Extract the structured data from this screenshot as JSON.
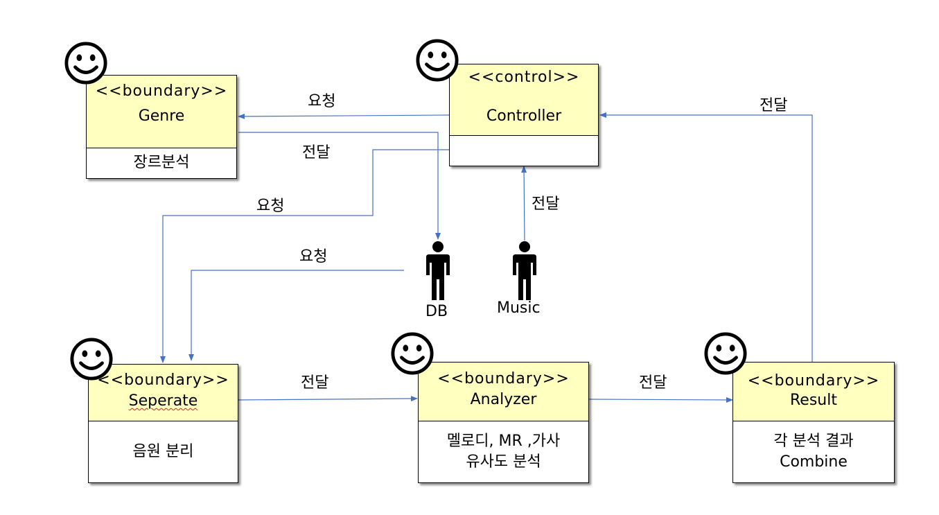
{
  "colors": {
    "header": "#ffffc0",
    "arrow": "#4472c4",
    "border": "#000000"
  },
  "genre": {
    "stereotype": "<<boundary>>",
    "name": "Genre",
    "body": "장르분석"
  },
  "controller": {
    "stereotype": "<<control>>",
    "name": "Controller"
  },
  "seperate": {
    "stereotype": "<<boundary>>",
    "name": "Seperate",
    "body": "음원 분리"
  },
  "analyzer": {
    "stereotype": "<<boundary>>",
    "name": "Analyzer",
    "body_line1": "멜로디, MR ,가사",
    "body_line2": "유사도 분석"
  },
  "result": {
    "stereotype": "<<boundary>>",
    "name": "Result",
    "body_line1": "각 분석 결과",
    "body_line2": "Combine"
  },
  "actors": {
    "db": "DB",
    "music": "Music"
  },
  "labels": {
    "ctrl_to_genre": "요청",
    "genre_deliver": "전달",
    "ctrl_to_seperate": "요청",
    "db_to_seperate": "요청",
    "music_to_ctrl": "전달",
    "result_to_ctrl": "전달",
    "seperate_to_analyzer": "전달",
    "analyzer_to_result": "전달"
  },
  "icons": {
    "smiley": "smiley-face-icon",
    "actor": "person-icon"
  }
}
